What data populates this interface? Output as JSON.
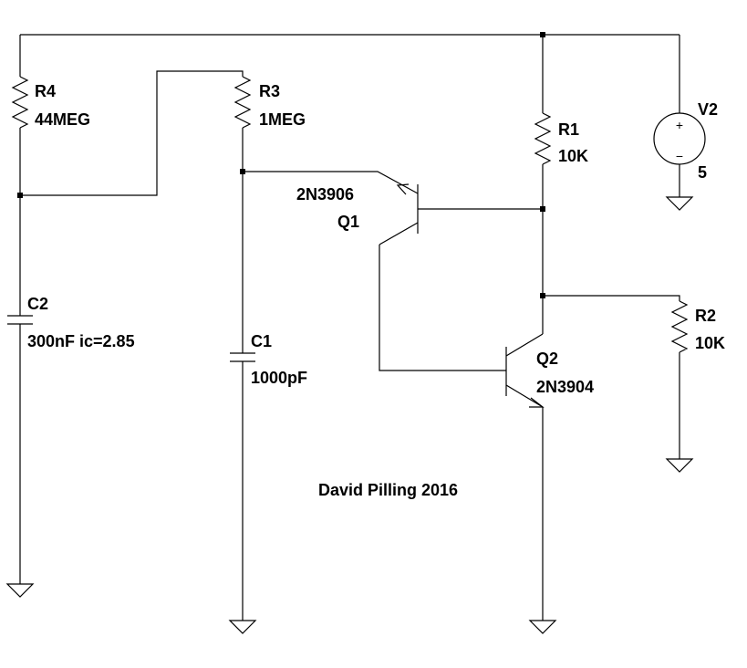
{
  "components": {
    "r4": {
      "ref": "R4",
      "value": "44MEG"
    },
    "r3": {
      "ref": "R3",
      "value": "1MEG"
    },
    "r1": {
      "ref": "R1",
      "value": "10K"
    },
    "r2": {
      "ref": "R2",
      "value": "10K"
    },
    "v2": {
      "ref": "V2",
      "value": "5",
      "plus": "+",
      "minus": "−"
    },
    "c2": {
      "ref": "C2",
      "value": "300nF ic=2.85"
    },
    "c1": {
      "ref": "C1",
      "value": "1000pF"
    },
    "q1": {
      "ref": "Q1",
      "model": "2N3906"
    },
    "q2": {
      "ref": "Q2",
      "model": "2N3904"
    }
  },
  "credit": "David Pilling 2016"
}
